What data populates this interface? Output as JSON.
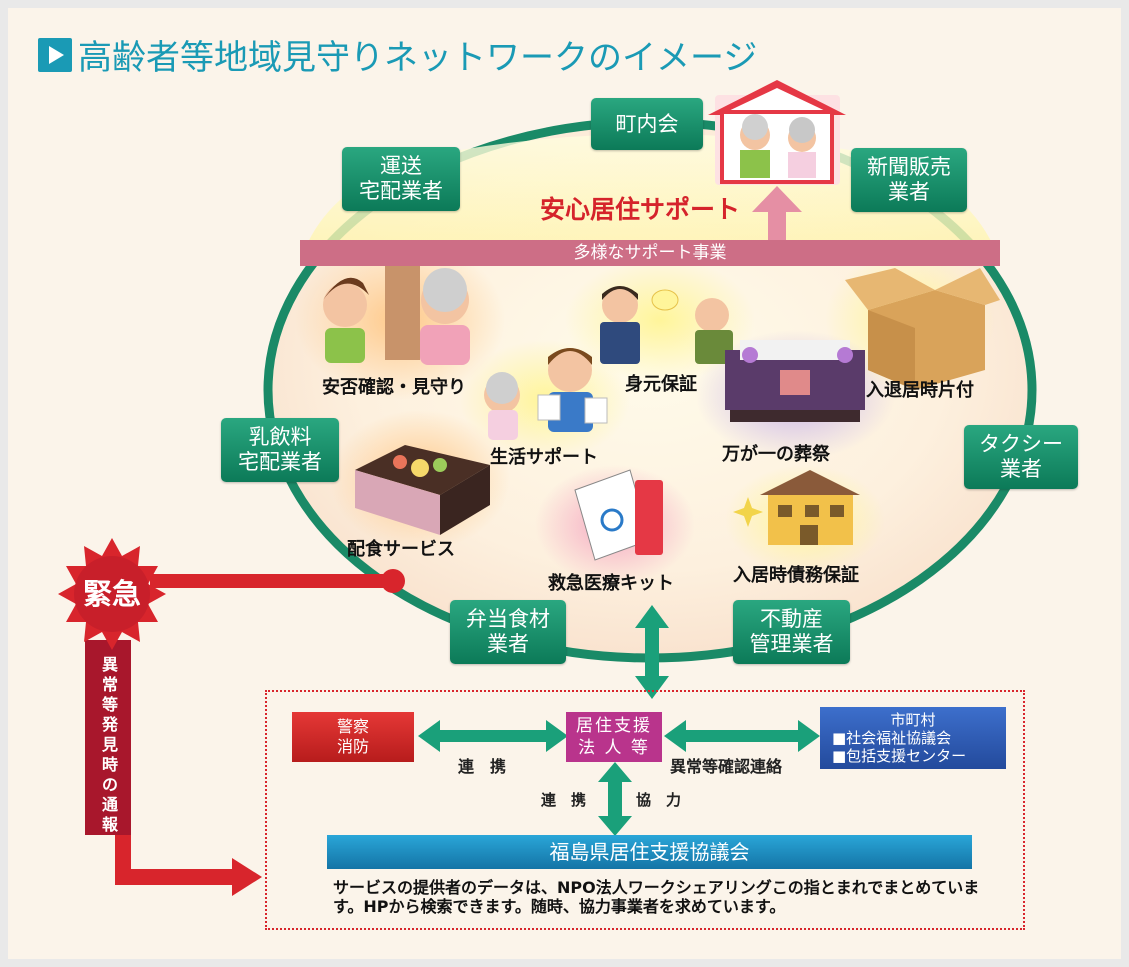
{
  "title": "高齢者等地域見守りネットワークのイメージ",
  "colors": {
    "accent": "#1a9ab5",
    "ring": "#1a8a67",
    "emergency": "#d8252c",
    "ring_fill": "#fff7e4"
  },
  "ring_stations": {
    "chonaikai": "町内会",
    "unso": [
      "運送",
      "宅配業者"
    ],
    "shinbun": [
      "新聞販売",
      "業者"
    ],
    "nyuinryo": [
      "乳飲料",
      "宅配業者"
    ],
    "taxi": [
      "タクシー",
      "業者"
    ],
    "bento": [
      "弁当食材",
      "業者"
    ],
    "fudosan": [
      "不動産",
      "管理業者"
    ]
  },
  "anshin": "安心居住サポート",
  "band": "多様なサポート事業",
  "services": {
    "anpi": "安否確認・見守り",
    "mimoto": "身元保証",
    "taikyo": "入退居時片付",
    "seikatsu": "生活サポート",
    "sosai": "万が一の葬祭",
    "haishoku": "配食サービス",
    "kyukyu": "救急医療キット",
    "saimu": "入居時債務保証"
  },
  "emergency": {
    "label": "緊急",
    "vertical": "異常等発見時の通報"
  },
  "bottom": {
    "keisatsu": [
      "警察",
      "消防"
    ],
    "kyoju": [
      "居住支援",
      "法 人 等"
    ],
    "shichoson_title": "市町村",
    "shichoson_items": [
      "■社会福祉協議会",
      "■包括支援センター"
    ],
    "renkei_left": "連　携",
    "renkei_right": "異常等確認連絡",
    "renkei_down_left": "連　携",
    "renkei_down_right": "協　力",
    "council": "福島県居住支援協議会",
    "note": "サービスの提供者のデータは、NPO法人ワークシェアリングこの指とまれでまとめています。HPから検索できます。随時、協力事業者を求めています。"
  }
}
